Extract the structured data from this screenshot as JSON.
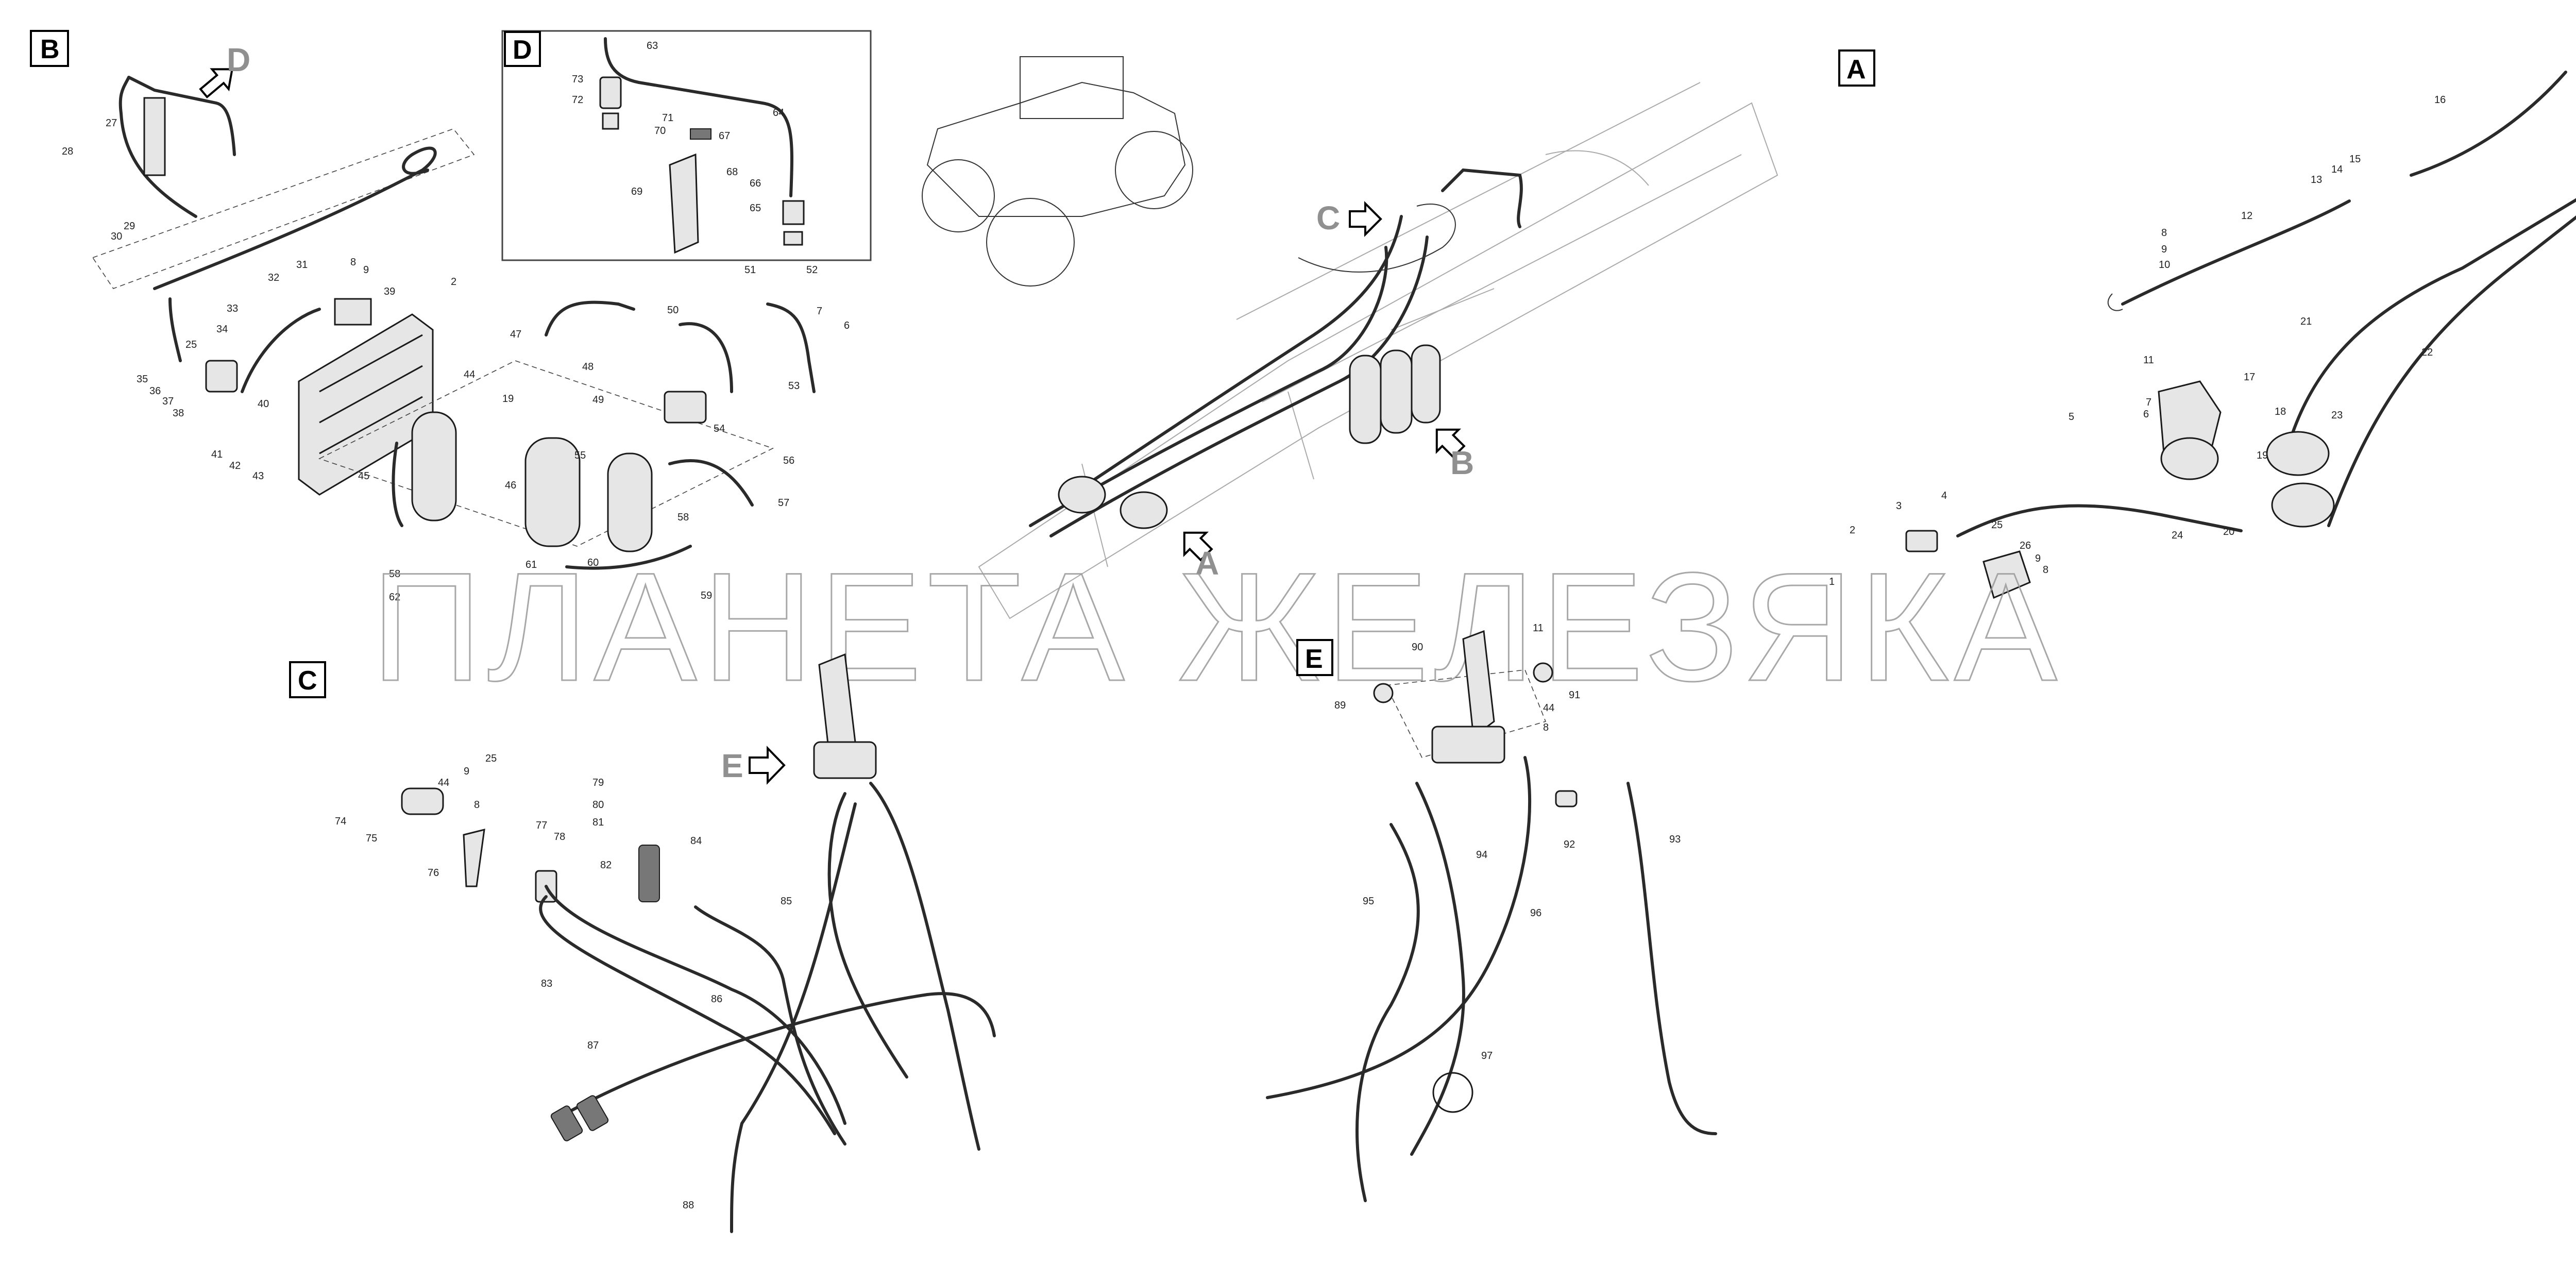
{
  "views": {
    "a": {
      "letter": "A"
    },
    "b": {
      "letter": "B"
    },
    "c": {
      "letter": "C"
    },
    "d": {
      "letter": "D"
    },
    "e": {
      "letter": "E"
    }
  },
  "arrows": {
    "d": "D",
    "c": "C",
    "b": "B",
    "a": "A",
    "e": "E"
  },
  "watermark": "ПЛАНЕТА ЖЕЛЕЗЯКА",
  "callouts": {
    "b": [
      "27",
      "28",
      "29",
      "30",
      "31",
      "32",
      "8",
      "9",
      "39",
      "2",
      "33",
      "34",
      "25",
      "35",
      "36",
      "37",
      "38",
      "40",
      "44",
      "41",
      "42",
      "43",
      "45",
      "46"
    ],
    "d": [
      "63",
      "73",
      "72",
      "71",
      "70",
      "67",
      "68",
      "69",
      "64",
      "66",
      "65"
    ],
    "mid": [
      "47",
      "48",
      "19",
      "49",
      "50",
      "51",
      "52",
      "7",
      "6",
      "53",
      "54",
      "55",
      "56",
      "57",
      "58",
      "58",
      "61",
      "60",
      "62",
      "59"
    ],
    "a": [
      "16",
      "15",
      "14",
      "13",
      "12",
      "8",
      "9",
      "10",
      "11",
      "17",
      "5",
      "6",
      "7",
      "21",
      "22",
      "18",
      "23",
      "19",
      "4",
      "3",
      "25",
      "2",
      "1",
      "26",
      "9",
      "8",
      "24",
      "20"
    ],
    "c": [
      "25",
      "9",
      "44",
      "8",
      "74",
      "75",
      "76",
      "77",
      "78",
      "79",
      "80",
      "81",
      "82",
      "84",
      "85",
      "83",
      "86",
      "87",
      "88"
    ],
    "e": [
      "90",
      "11",
      "89",
      "91",
      "44",
      "8",
      "94",
      "92",
      "93",
      "95",
      "96",
      "97"
    ]
  }
}
